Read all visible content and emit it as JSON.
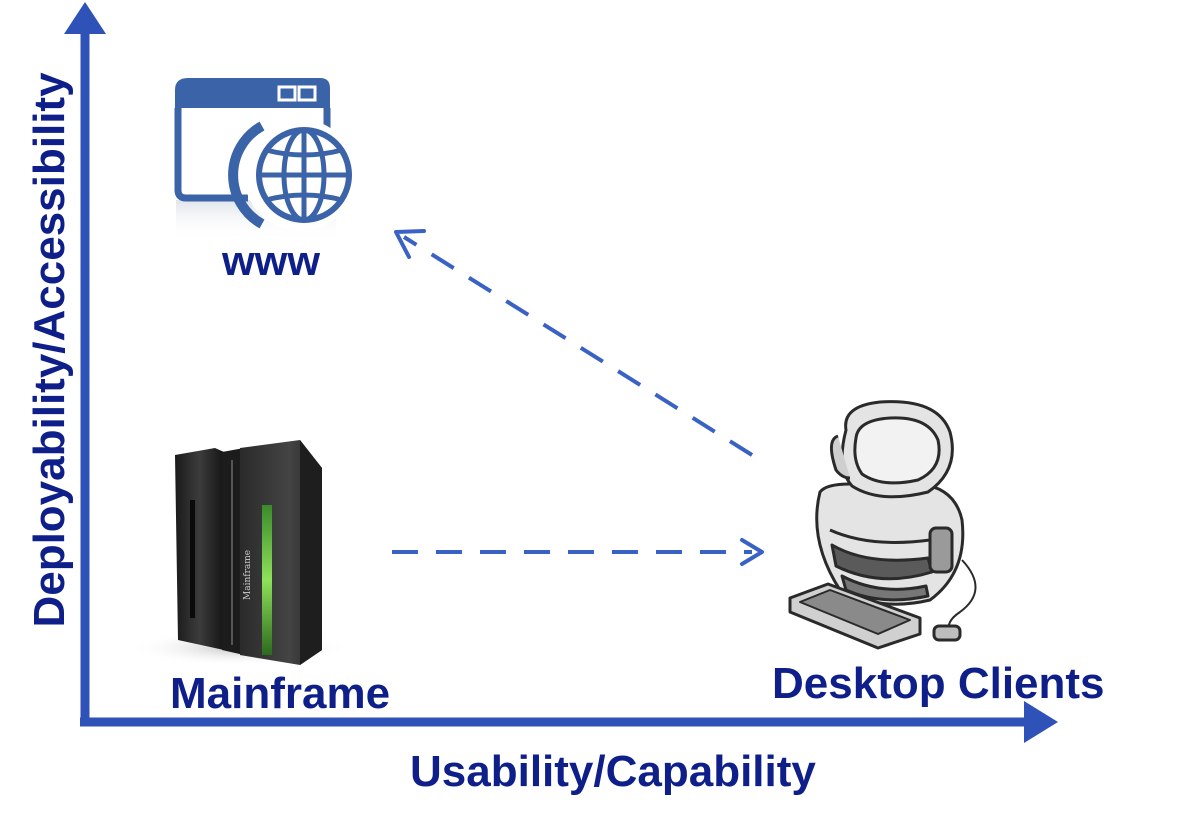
{
  "axes": {
    "x_label": "Usability/Capability",
    "y_label": "Deployability/Accessibility"
  },
  "nodes": {
    "www": {
      "label": "www",
      "icon": "web-browser-globe-icon"
    },
    "mainframe": {
      "label": "Mainframe",
      "icon": "mainframe-server-icon",
      "badge": "Mainframe"
    },
    "desktop": {
      "label": "Desktop Clients",
      "icon": "desktop-computer-icon"
    }
  },
  "colors": {
    "axis": "#2f52b8",
    "label": "#0f1f8a",
    "arrow": "#3a62c4",
    "icon_blue": "#3a63a8"
  }
}
